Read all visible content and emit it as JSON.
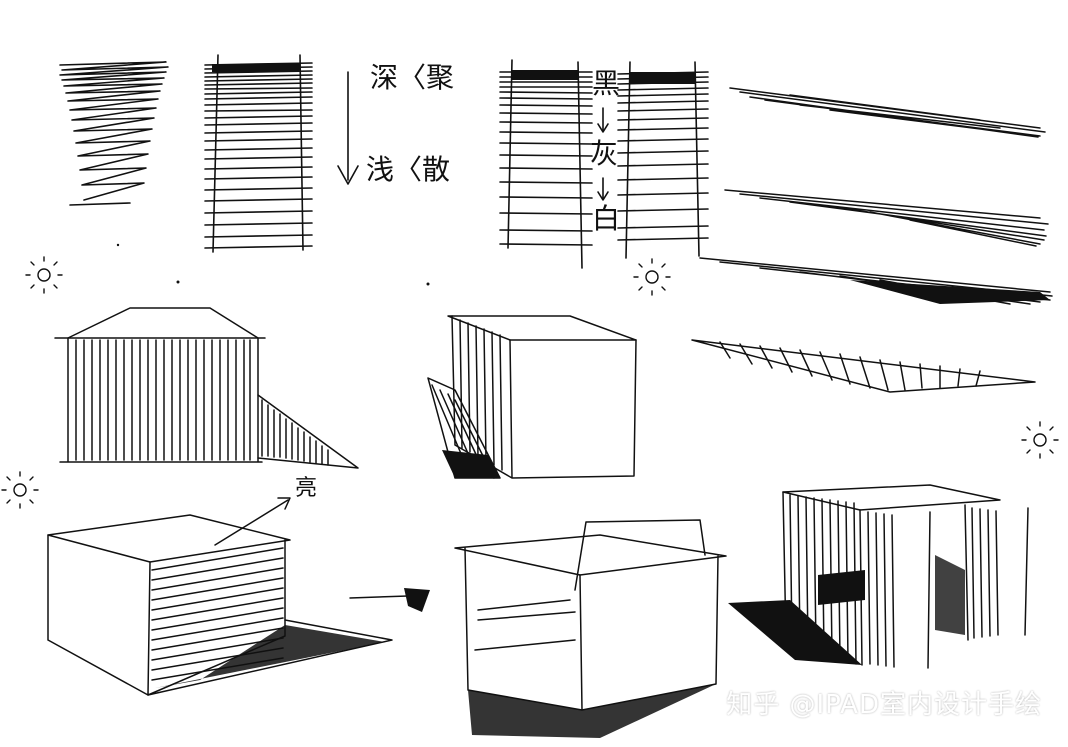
{
  "notes": {
    "deep_dense": "深〈聚",
    "light_loose": "浅〈散",
    "black": "黑",
    "gray": "灰",
    "white": "白",
    "light_label": "亮"
  },
  "watermark": "知乎 @IPAD室内设计手绘",
  "colors": {
    "ink": "#111111",
    "paper": "#ffffff"
  }
}
